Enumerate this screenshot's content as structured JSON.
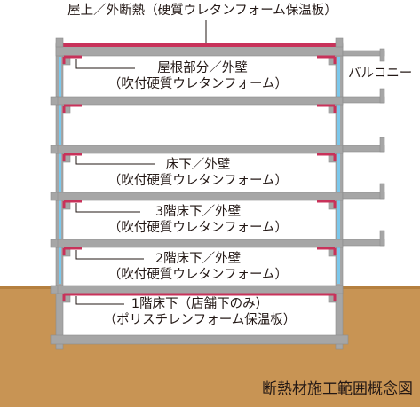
{
  "labels": {
    "roof": "屋上／外断熱（硬質ウレタンフォーム保温板）",
    "balcony": "バルコニー",
    "attic_line1": "屋根部分／外壁",
    "attic_line2": "（吹付硬質ウレタンフォーム）",
    "floor_line1": "床下／外壁",
    "floor_line2": "（吹付硬質ウレタンフォーム）",
    "floor3_line1": "3階床下／外壁",
    "floor3_line2": "（吹付硬質ウレタンフォーム）",
    "floor2_line1": "2階床下／外壁",
    "floor2_line2": "（吹付硬質ウレタンフォーム）",
    "floor1_line1": "1階床下（店舗下のみ）",
    "floor1_line2": "（ポリスチレンフォーム保温板）"
  },
  "caption": "断熱材施工範囲概念図",
  "colors": {
    "concrete": "#a6a6a6",
    "concrete_edge": "#8c8c8c",
    "insulation_red": "#c8325a",
    "wall_insulation_blue": "#7cc8ec",
    "ground": "#c89454",
    "ground_dark": "#b5803f",
    "text": "#231815"
  }
}
